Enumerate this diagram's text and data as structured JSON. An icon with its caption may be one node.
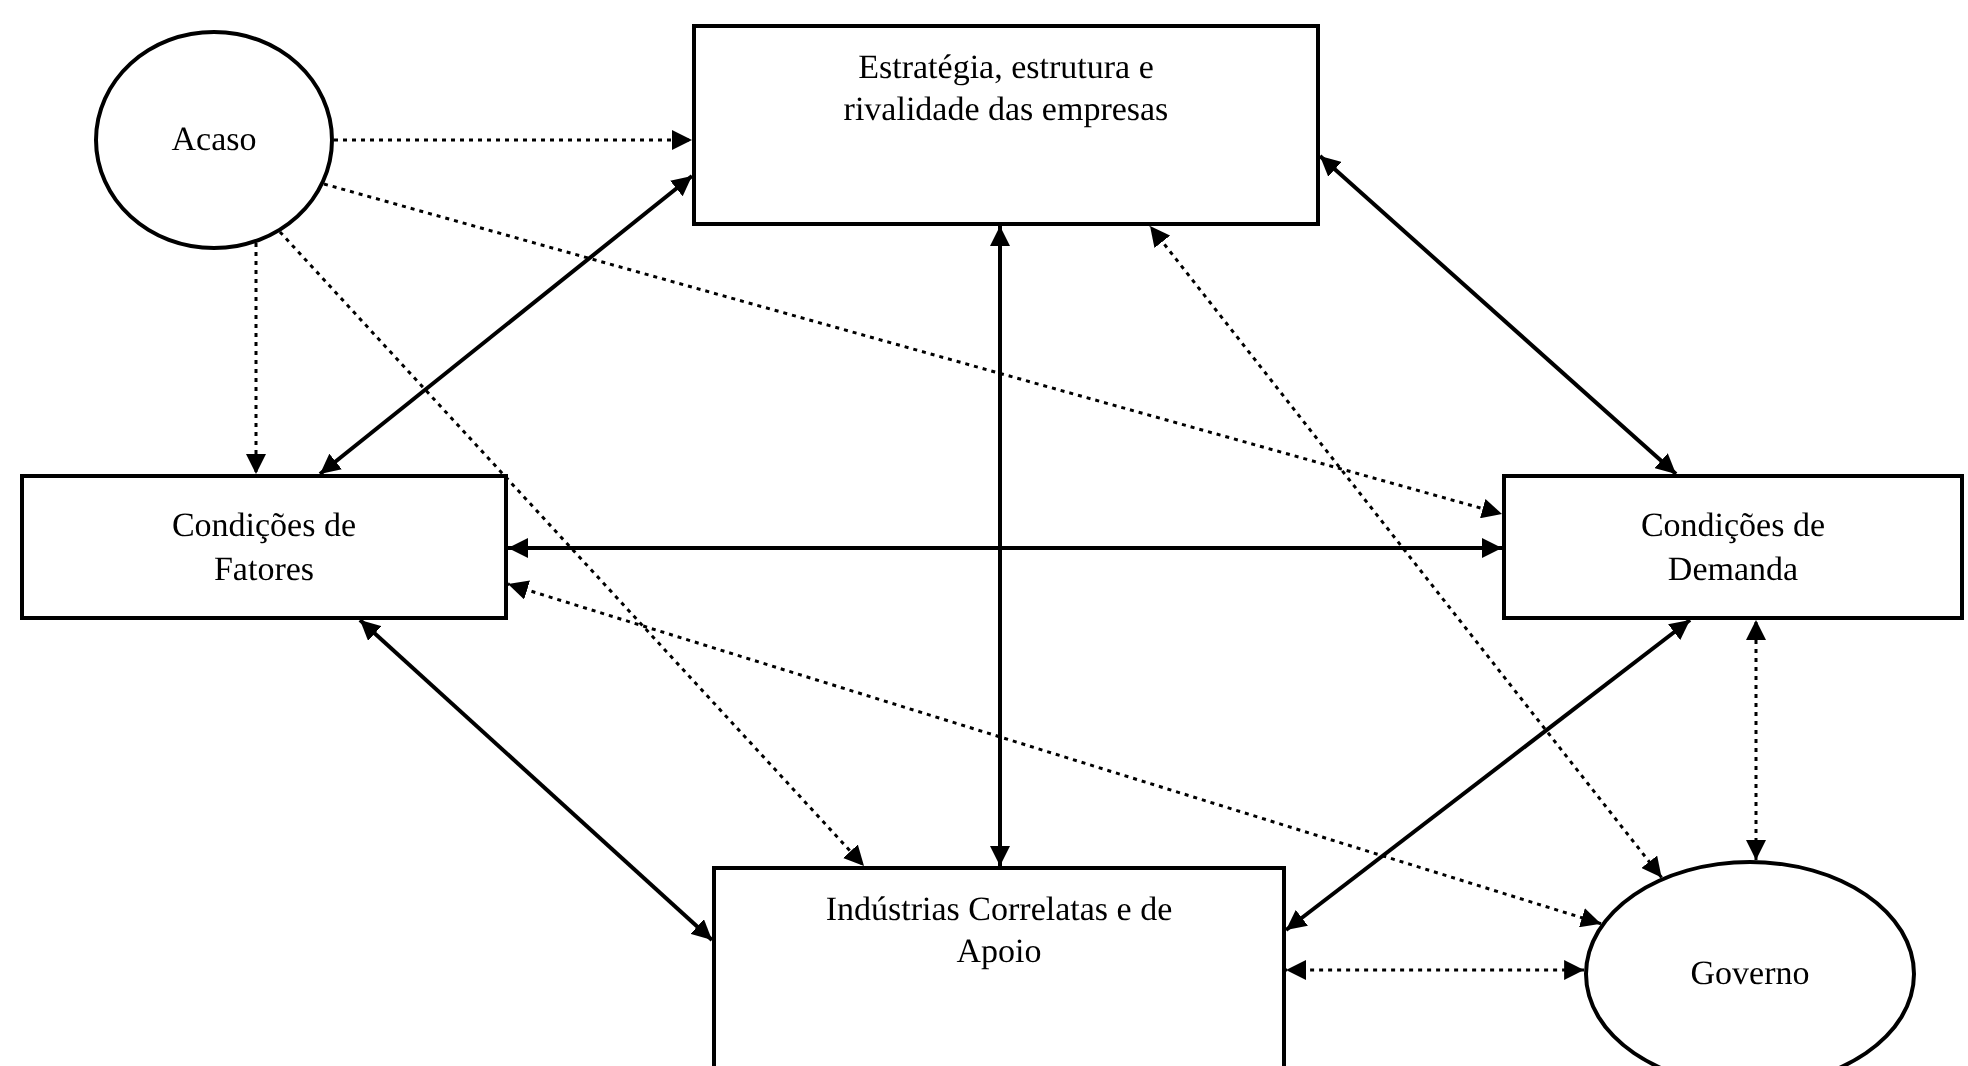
{
  "diagram": {
    "nodes": [
      {
        "text": [
          "Acaso"
        ]
      },
      {
        "text": [
          "Estratégia, estrutura e rivalidade das empresas"
        ]
      },
      {
        "text": [
          "Condições de Fatores"
        ]
      },
      {
        "text": [
          "Condições de Demanda"
        ]
      },
      {
        "text": [
          "Indústrias Correlatas e de Apoio"
        ]
      },
      {
        "text": [
          "Governo"
        ]
      }
    ],
    "edges": [
      {
        "from": 0,
        "to": 1,
        "arrow": "to",
        "style": "dashed"
      },
      {
        "from": 0,
        "to": 2,
        "arrow": "to",
        "style": "dashed"
      },
      {
        "from": 0,
        "to": 3,
        "arrow": "to",
        "style": "dashed"
      },
      {
        "from": 0,
        "to": 4,
        "arrow": "to",
        "style": "dashed"
      },
      {
        "from": 1,
        "to": 2,
        "arrow": "both"
      },
      {
        "from": 1,
        "to": 3,
        "arrow": "both"
      },
      {
        "from": 1,
        "to": 4,
        "arrow": "both"
      },
      {
        "from": 2,
        "to": 3,
        "arrow": "both"
      },
      {
        "from": 2,
        "to": 4,
        "arrow": "both"
      },
      {
        "from": 3,
        "to": 4,
        "arrow": "both"
      },
      {
        "from": 5,
        "to": 1,
        "arrow": "both",
        "style": "dashed"
      },
      {
        "from": 5,
        "to": 2,
        "arrow": "both",
        "style": "dashed"
      },
      {
        "from": 5,
        "to": 3,
        "arrow": "both",
        "style": "dashed"
      },
      {
        "from": 5,
        "to": 4,
        "arrow": "both",
        "style": "dashed"
      }
    ]
  }
}
